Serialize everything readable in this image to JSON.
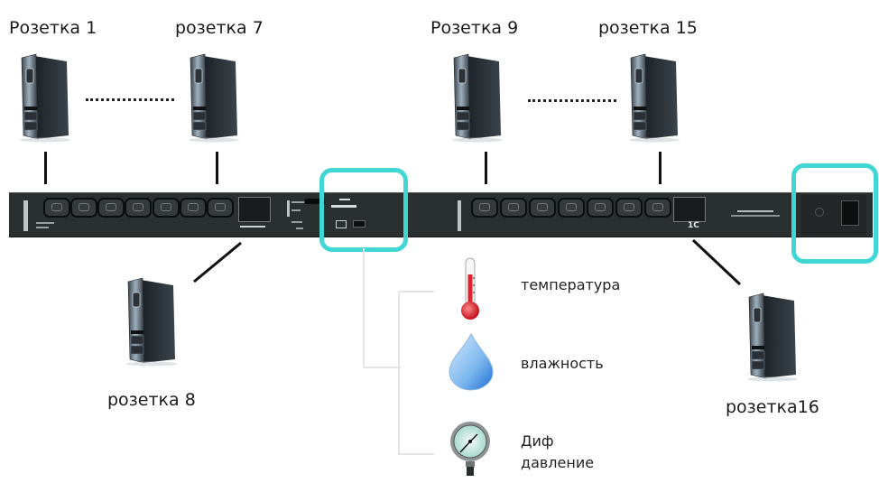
{
  "diagram": {
    "outlets_top": [
      {
        "id": "outlet-1",
        "label": "Розетка 1"
      },
      {
        "id": "outlet-7",
        "label": "розетка 7"
      },
      {
        "id": "outlet-9",
        "label": "Розетка 9"
      },
      {
        "id": "outlet-15",
        "label": "розетка 15"
      }
    ],
    "outlets_bottom": [
      {
        "id": "outlet-8",
        "label": "розетка 8"
      },
      {
        "id": "outlet-16",
        "label": "розетка16"
      }
    ],
    "pdu": {
      "bank_left_sockets": 7,
      "bank_right_sockets": 7,
      "module_label": "1C"
    },
    "sensors": [
      {
        "id": "temperature",
        "icon": "thermometer-icon",
        "label": "температура"
      },
      {
        "id": "humidity",
        "icon": "water-drop-icon",
        "label": "влажность"
      },
      {
        "id": "diff-pressure",
        "icon": "pressure-gauge-icon",
        "label_line1": "Диф",
        "label_line2": "давление"
      }
    ],
    "colors": {
      "highlight": "#3fd6d3",
      "pdu_body": "#2a2f2f",
      "connector": "#111111",
      "sensor_tree": "#e4e4e4",
      "thermo_red": "#e0242f",
      "drop_blue": "#3f8fe0"
    }
  }
}
